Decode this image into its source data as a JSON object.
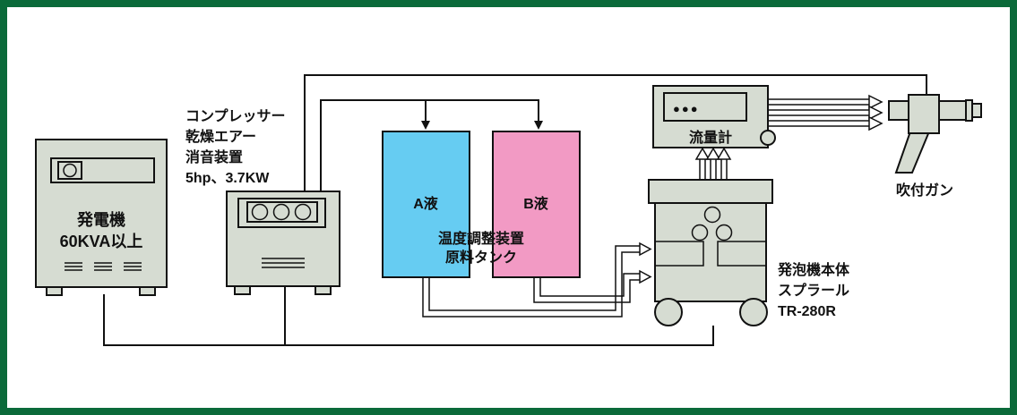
{
  "frame": {
    "border_color": "#0b6a3a"
  },
  "colors": {
    "equipment_gray": "#d6dcd2",
    "tank_a": "#66ccf2",
    "tank_b": "#f29ac4",
    "line": "#111111"
  },
  "generator": {
    "line1": "発電機",
    "line2": "60KVA以上"
  },
  "compressor": {
    "line1": "コンプレッサー",
    "line2": "乾燥エアー",
    "line3": "消音装置",
    "line4": "5hp、3.7KW"
  },
  "tank_a": {
    "label": "A液"
  },
  "tank_b": {
    "label": "B液"
  },
  "tank_caption": {
    "line1": "温度調整装置",
    "line2": "原料タンク"
  },
  "flowmeter": {
    "label": "流量計",
    "display": "●●●"
  },
  "foam_machine": {
    "line1": "発泡機本体",
    "line2": "スプラール",
    "line3": "TR-280R"
  },
  "spray_gun": {
    "label": "吹付ガン"
  }
}
